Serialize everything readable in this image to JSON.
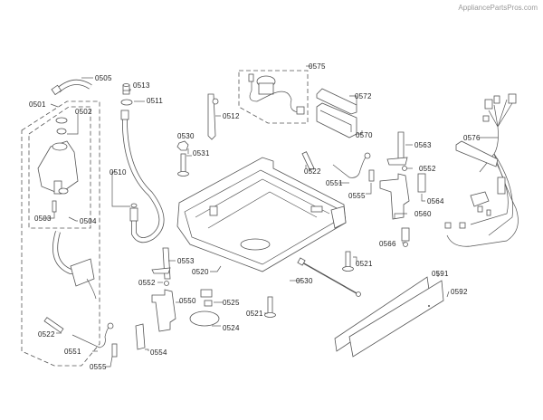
{
  "watermark": "AppliancePartsPros.com",
  "diagram": {
    "title": "Base / Water Supply Assembly Parts Diagram",
    "labels": [
      {
        "id": "0505",
        "text": "0505"
      },
      {
        "id": "0513",
        "text": "0513"
      },
      {
        "id": "0511",
        "text": "0511"
      },
      {
        "id": "0501",
        "text": "0501"
      },
      {
        "id": "0502",
        "text": "0502"
      },
      {
        "id": "0510",
        "text": "0510"
      },
      {
        "id": "0503",
        "text": "0503"
      },
      {
        "id": "0504",
        "text": "0504"
      },
      {
        "id": "0512",
        "text": "0512"
      },
      {
        "id": "0530a",
        "text": "0530"
      },
      {
        "id": "0531",
        "text": "0531"
      },
      {
        "id": "0575",
        "text": "0575"
      },
      {
        "id": "0572",
        "text": "0572"
      },
      {
        "id": "0570",
        "text": "0570"
      },
      {
        "id": "0576",
        "text": "0576"
      },
      {
        "id": "0563",
        "text": "0563"
      },
      {
        "id": "0552a",
        "text": "0552"
      },
      {
        "id": "0522a",
        "text": "0522"
      },
      {
        "id": "0551a",
        "text": "0551"
      },
      {
        "id": "0555a",
        "text": "0555"
      },
      {
        "id": "0564",
        "text": "0564"
      },
      {
        "id": "0560",
        "text": "0560"
      },
      {
        "id": "0566",
        "text": "0566"
      },
      {
        "id": "0521a",
        "text": "0521"
      },
      {
        "id": "0553",
        "text": "0553"
      },
      {
        "id": "0520",
        "text": "0520"
      },
      {
        "id": "0552b",
        "text": "0552"
      },
      {
        "id": "0530b",
        "text": "0530"
      },
      {
        "id": "0550",
        "text": "0550"
      },
      {
        "id": "0525",
        "text": "0525"
      },
      {
        "id": "0521b",
        "text": "0521"
      },
      {
        "id": "0524",
        "text": "0524"
      },
      {
        "id": "0591",
        "text": "0591"
      },
      {
        "id": "0592",
        "text": "0592"
      },
      {
        "id": "0522b",
        "text": "0522"
      },
      {
        "id": "0551b",
        "text": "0551"
      },
      {
        "id": "0554",
        "text": "0554"
      },
      {
        "id": "0555b",
        "text": "0555"
      }
    ]
  }
}
